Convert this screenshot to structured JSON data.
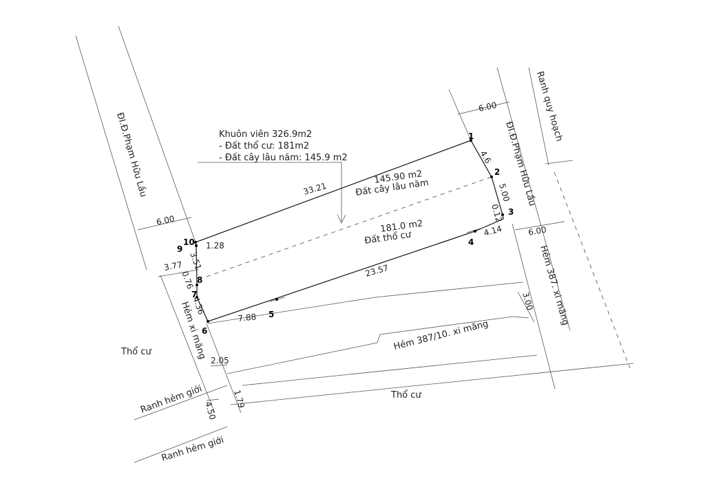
{
  "summary": {
    "line1": "Khuôn viên 326.9m2",
    "line2": "- Đất thổ cư: 181m2",
    "line3": "- Đất cây lâu năm: 145.9 m2"
  },
  "zones": {
    "upper_area": "145.90 m2",
    "upper_type": "Đất cây lâu năm",
    "lower_area": "181.0 m2",
    "lower_type": "Đất thổ cư"
  },
  "roads": {
    "left_road": "ĐI.Đ.Phạm Hữu Lầu",
    "right_road": "ĐI.Đ.Phạm Hữu Lầu",
    "planning_line": "Ranh quy hoạch",
    "alley_right": "Hẻm 387. xi măng",
    "alley_bottom": "Hẻm 387/10. xi măng",
    "alley_left": "Hẻm xi măng",
    "boundary_1": "Ranh hẻm giới",
    "boundary_2": "Ranh hẻm giới",
    "residential_left": "Thổ cư",
    "residential_bottom": "Thổ cư"
  },
  "points": [
    "1",
    "2",
    "3",
    "4",
    "5",
    "6",
    "7",
    "8",
    "9",
    "10"
  ],
  "dimensions": {
    "d_10_1": "33.21",
    "d_1_2": "4.6",
    "d_2_3": "5.00",
    "d_3_small": "0.12",
    "d_3_4": "4.14",
    "d_4_5": "23.57",
    "d_5_6": "7.88",
    "d_6_7": "4.36",
    "d_7_8": "0.76",
    "d_8_9": "3.51",
    "d_9_10": "1.28",
    "left_offset": "3.77",
    "left_road_width": "6.00",
    "right_road_width_top": "6.00",
    "right_alley_width": "6.00",
    "alley_bottom_width": "3.00",
    "left_alley_width": "2.05",
    "left_gap": "4.50",
    "bottom_gap": "1.79"
  }
}
